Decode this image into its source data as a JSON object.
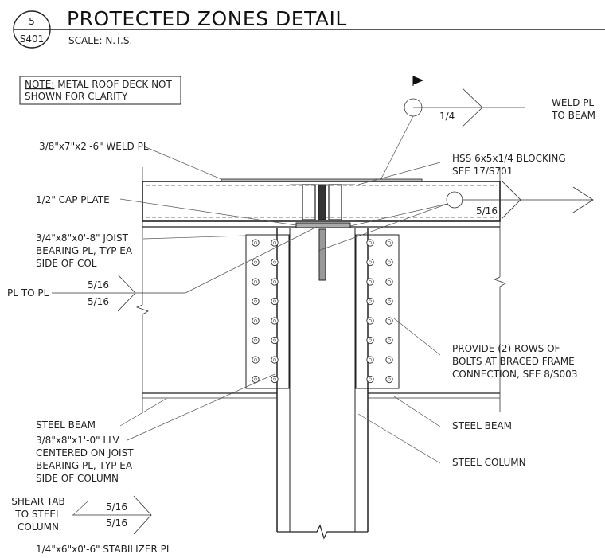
{
  "header": {
    "detail_number": "5",
    "sheet_number": "S401",
    "title": "PROTECTED ZONES DETAIL",
    "scale": "SCALE: N.T.S."
  },
  "note": {
    "prefix": "NOTE:",
    "line1": " METAL ROOF DECK NOT",
    "line2": "SHOWN FOR CLARITY"
  },
  "callouts": {
    "weld_pl": "3/8\"x7\"x2'-6\" WELD PL",
    "cap_plate": "1/2\" CAP PLATE",
    "joist_bearing_1": "3/4\"x8\"x0'-8\" JOIST",
    "joist_bearing_2": "BEARING PL, TYP EA",
    "joist_bearing_3": "SIDE OF COL",
    "pl_to_pl": "PL TO PL",
    "steel_beam_left": "STEEL BEAM",
    "llv_1": "3/8\"x8\"x1'-0\" LLV",
    "llv_2": "CENTERED ON JOIST",
    "llv_3": "BEARING PL, TYP EA",
    "llv_4": "SIDE OF COLUMN",
    "shear_tab_1": "SHEAR TAB",
    "shear_tab_2": "TO STEEL",
    "shear_tab_3": "COLUMN",
    "stabilizer": "1/4\"x6\"x0'-6\" STABILIZER PL",
    "weld_pl_beam_1": "WELD PL",
    "weld_pl_beam_2": "TO BEAM",
    "hss_1": "HSS 6x5x1/4 BLOCKING",
    "hss_2": "SEE 17/S701",
    "bolts_1": "PROVIDE (2) ROWS OF",
    "bolts_2": "BOLTS AT BRACED FRAME",
    "bolts_3": "CONNECTION, SEE 8/S003",
    "steel_beam_right": "STEEL BEAM",
    "steel_column": "STEEL COLUMN"
  },
  "weld_sizes": {
    "top_right": "1/4",
    "hss": "5/16",
    "pl_upper": "5/16",
    "pl_lower": "5/16",
    "shear_upper": "5/16",
    "shear_lower": "5/16"
  }
}
